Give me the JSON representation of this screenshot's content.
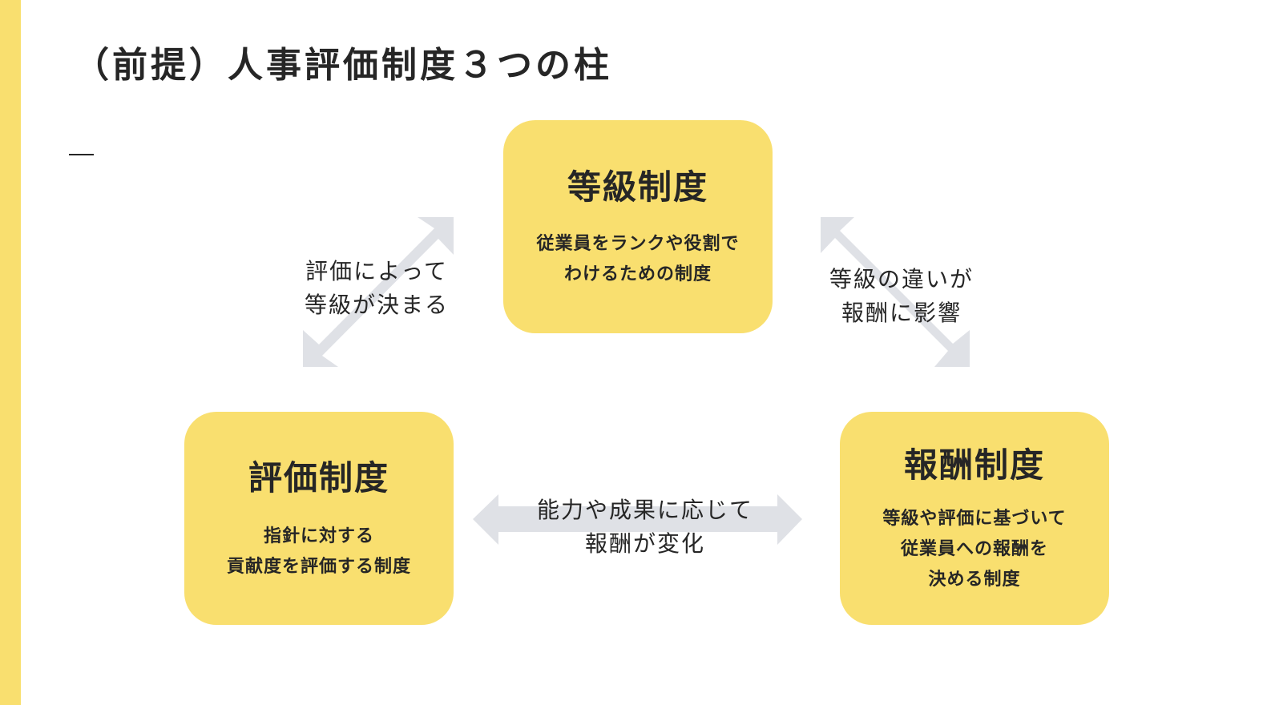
{
  "title": "（前提）人事評価制度３つの柱",
  "cards": {
    "grade": {
      "title": "等級制度",
      "desc": "従業員をランクや役割で\nわけるための制度"
    },
    "eval": {
      "title": "評価制度",
      "desc": "指針に対する\n貢献度を評価する制度"
    },
    "reward": {
      "title": "報酬制度",
      "desc": "等級や評価に基づいて\n従業員への報酬を\n決める制度"
    }
  },
  "relations": {
    "eval_to_grade": "評価によって\n等級が決まる",
    "grade_to_reward": "等級の違いが\n報酬に影響",
    "eval_to_reward": "能力や成果に応じて\n報酬が変化"
  },
  "colors": {
    "accent": "#f9df6f",
    "arrow": "#dfe1e6",
    "text": "#262626"
  }
}
